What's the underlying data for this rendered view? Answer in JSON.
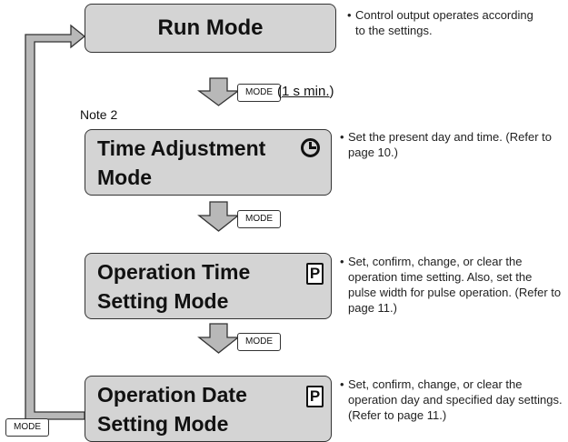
{
  "modes": {
    "run": {
      "title": "Run Mode",
      "desc": "Control output operates according to the settings."
    },
    "time_adjustment": {
      "title_line1": "Time Adjustment",
      "title_line2": "Mode",
      "icon": "clock-icon",
      "desc": "Set the present day and time. (Refer to page 10.)"
    },
    "operation_time": {
      "title_line1": "Operation Time",
      "title_line2": "Setting Mode",
      "icon": "program-p-icon",
      "icon_label": "P",
      "desc": "Set, confirm, change, or clear the operation time setting. Also, set the pulse width for pulse operation. (Refer to page 11.)"
    },
    "operation_date": {
      "title_line1": "Operation Date",
      "title_line2": "Setting Mode",
      "icon": "program-p-icon",
      "icon_label": "P",
      "desc": "Set, confirm, change, or clear the operation day and specified day settings. (Refer to page 11.)"
    }
  },
  "keys": {
    "mode": "MODE"
  },
  "hold": {
    "open": "(",
    "duration": "1 s min.",
    "close": ")"
  },
  "note": "Note 2",
  "bullet": "•",
  "colors": {
    "box_fill": "#d4d4d4",
    "arrow_fill": "#b8b8b8",
    "outline": "#333333"
  }
}
